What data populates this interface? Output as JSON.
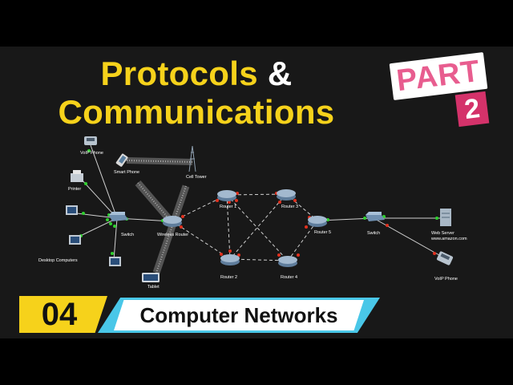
{
  "title": {
    "line1_part1": "Protocols",
    "line1_amp": "&",
    "line2": "Communications"
  },
  "badge": {
    "part": "PART",
    "number": "2"
  },
  "footer": {
    "episode": "04",
    "series": "Computer Networks"
  },
  "diagram": {
    "labels": {
      "voip_phone_left": "VoIP Phone",
      "smart_phone": "Smart Phone",
      "cell_tower": "Cell Tower",
      "printer": "Printer",
      "switch_left": "Switch",
      "desktop_computers": "Desktop Computers",
      "wireless_router": "Wireless Router",
      "tablet": "Tablet",
      "router1": "Router 1",
      "router2": "Router 2",
      "router3": "Router 3",
      "router4": "Router 4",
      "router5": "Router 5",
      "switch_right": "Switch",
      "web_server_line1": "Web Server",
      "web_server_line2": "www.amazon.com",
      "voip_phone_right": "VoIP Phone"
    }
  },
  "colors": {
    "title_yellow": "#f6d21b",
    "accent_pink": "#d4326a",
    "accent_cyan": "#49c7e8",
    "link_red": "#e0301e",
    "link_green": "#2fd02f"
  }
}
